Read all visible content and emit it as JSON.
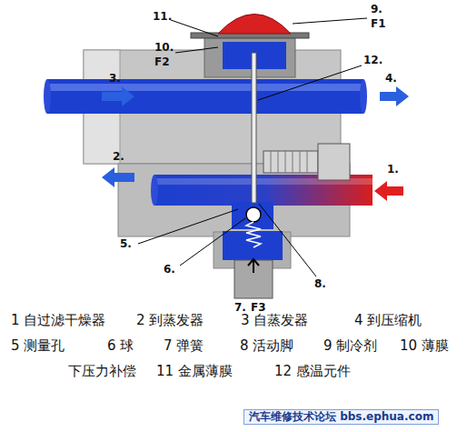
{
  "diagram": {
    "labels": [
      "11.",
      "9.",
      "F1",
      "10.",
      "F2",
      "12.",
      "3.",
      "4.",
      "2.",
      "1.",
      "5.",
      "6.",
      "7.",
      "F3",
      "8.",
      "1 自过滤干燥器",
      "2 到蒸发器",
      "3 自蒸发器",
      "4 到压缩机",
      "5 测量孔",
      "6 球",
      "7 弹簧",
      "8 活动脚",
      "9 制冷剂",
      "10 薄膜",
      "下压力补偿",
      "11 金属薄膜",
      "12 感温元件",
      "汽车维修技术论坛 bbs.ephua.com"
    ]
  }
}
